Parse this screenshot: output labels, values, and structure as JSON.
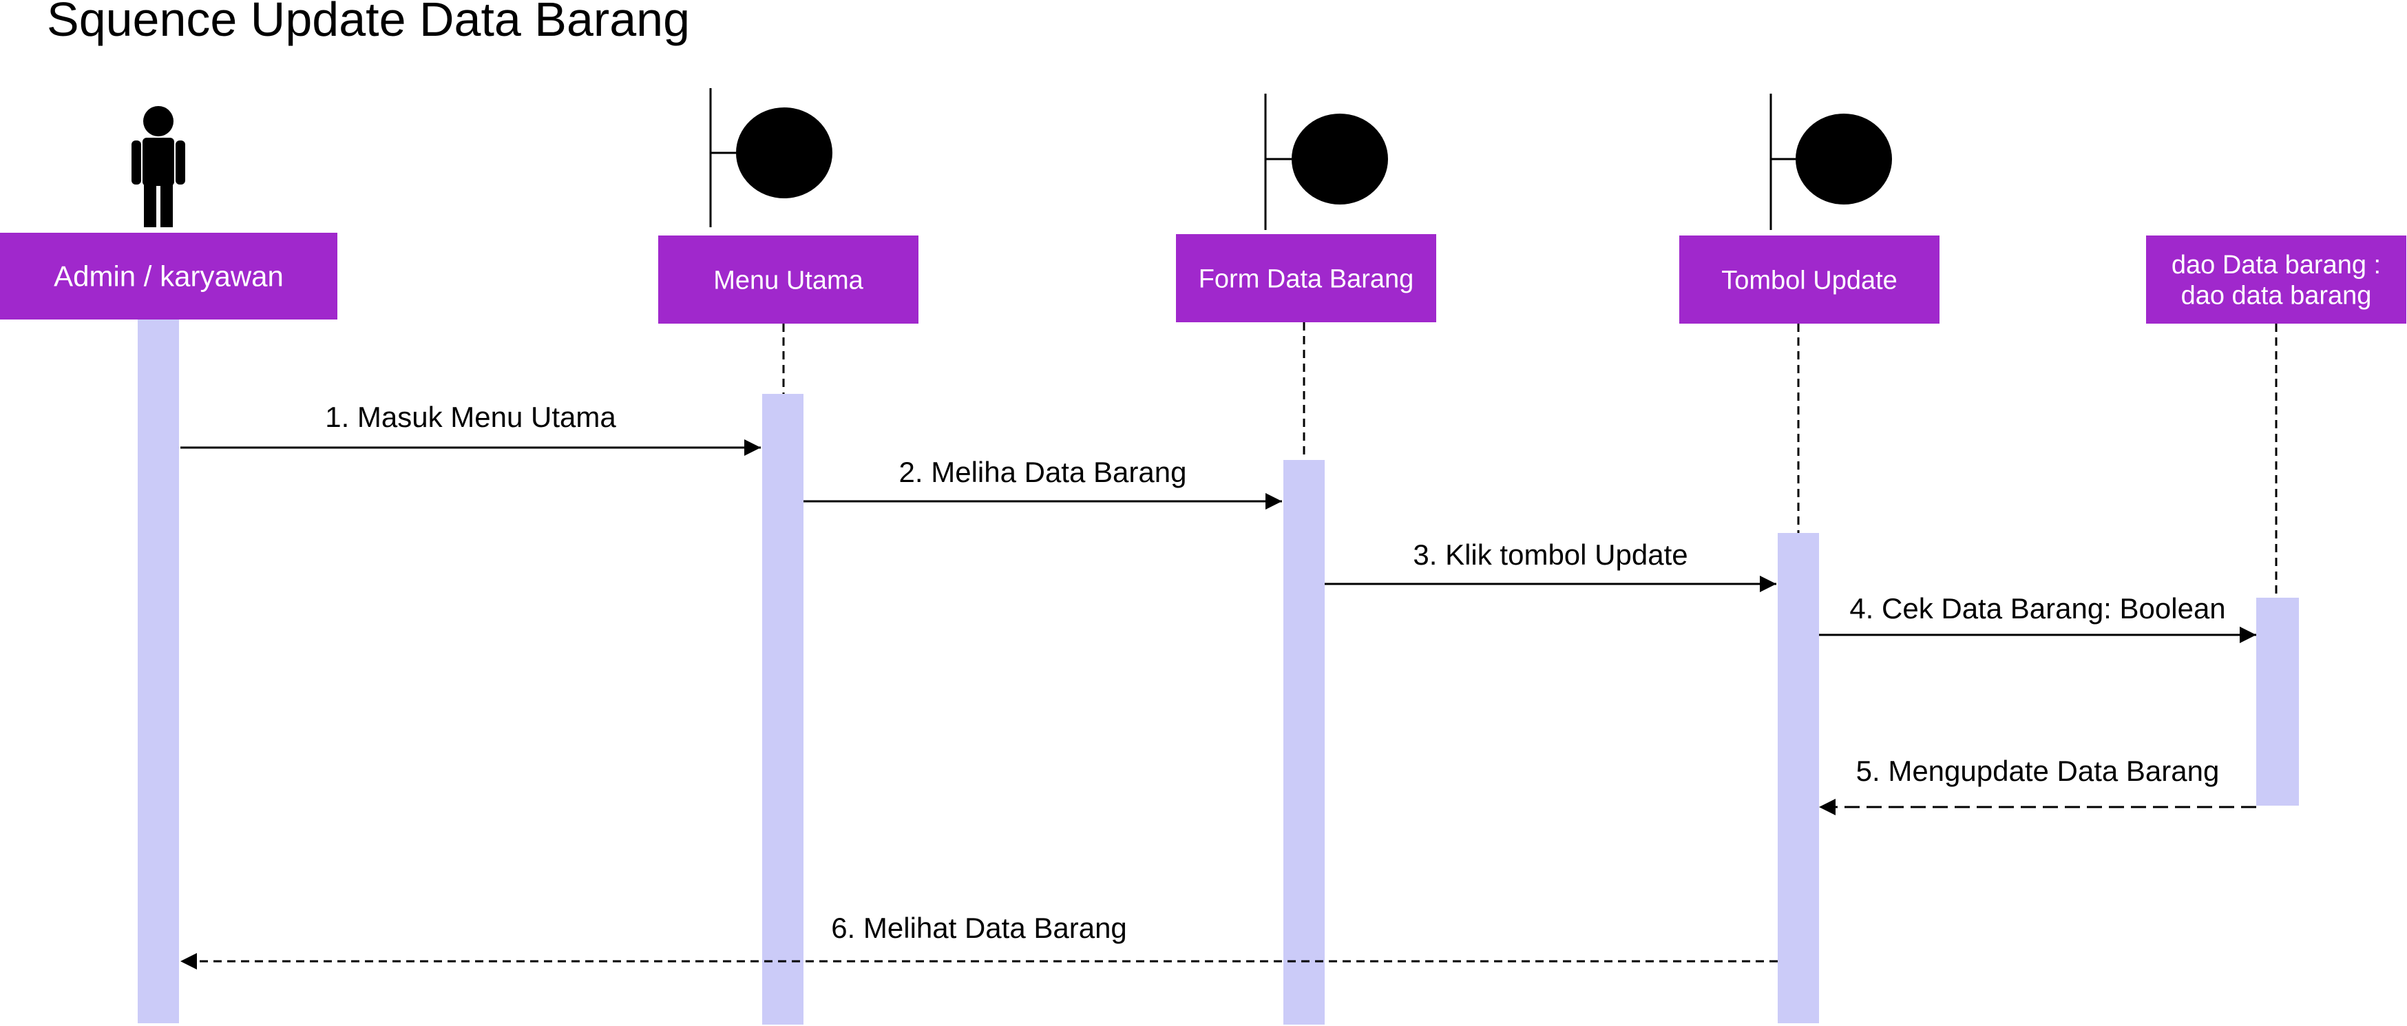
{
  "diagram": {
    "title": "Squence Update Data Barang",
    "colors": {
      "header_fill": "#a028cc",
      "header_text": "#ffffff",
      "activation_fill": "#cbcbf8",
      "line": "#000000"
    },
    "participants": [
      {
        "id": "admin",
        "kind": "actor",
        "icon": "actor-stick-figure-icon",
        "label_lines": [
          "Admin / karyawan"
        ]
      },
      {
        "id": "menu",
        "kind": "boundary",
        "icon": "boundary-icon",
        "label_lines": [
          "Menu Utama"
        ]
      },
      {
        "id": "form",
        "kind": "boundary",
        "icon": "boundary-icon",
        "label_lines": [
          "Form Data Barang"
        ]
      },
      {
        "id": "tombol",
        "kind": "boundary",
        "icon": "boundary-icon",
        "label_lines": [
          "Tombol Update"
        ]
      },
      {
        "id": "dao",
        "kind": "object",
        "icon": "",
        "label_lines": [
          "dao Data barang :",
          "dao data barang"
        ]
      }
    ],
    "messages": [
      {
        "from": "admin",
        "to": "menu",
        "label": "1. Masuk Menu Utama",
        "style": "sync"
      },
      {
        "from": "menu",
        "to": "form",
        "label": "2. Meliha Data Barang",
        "style": "sync"
      },
      {
        "from": "form",
        "to": "tombol",
        "label": "3. Klik tombol Update",
        "style": "sync"
      },
      {
        "from": "tombol",
        "to": "dao",
        "label": "4. Cek Data Barang: Boolean",
        "style": "sync"
      },
      {
        "from": "dao",
        "to": "tombol",
        "label": "5. Mengupdate Data Barang",
        "style": "return"
      },
      {
        "from": "tombol",
        "to": "admin",
        "label": "6. Melihat Data Barang",
        "style": "return"
      }
    ]
  }
}
